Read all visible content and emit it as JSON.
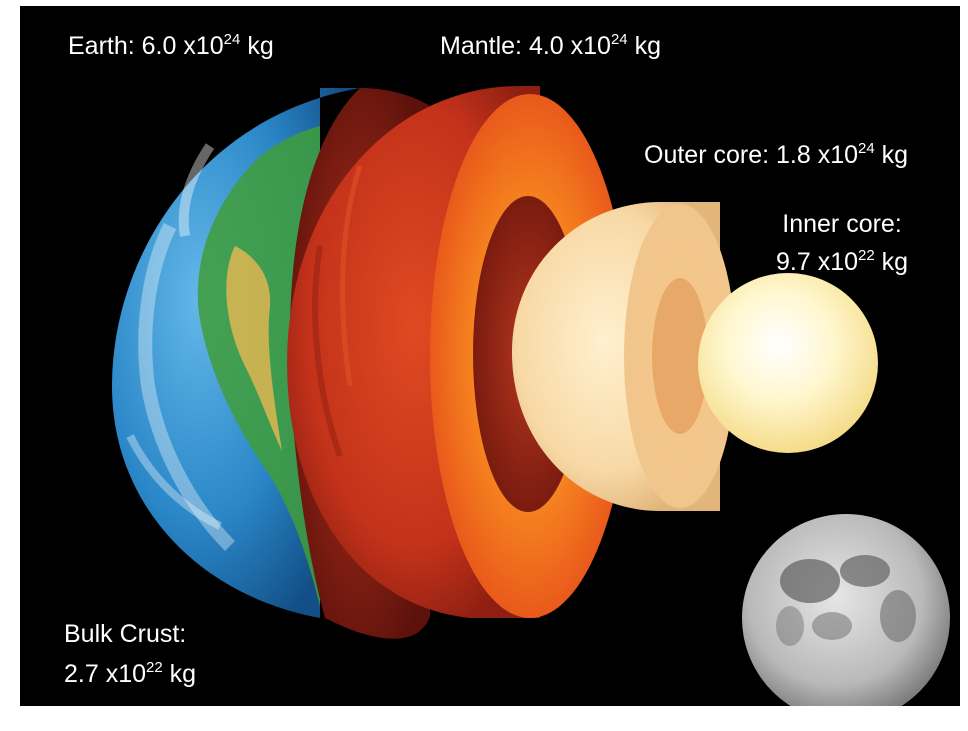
{
  "labels": {
    "earth": {
      "name": "Earth:",
      "mantissa": "6.0 x10",
      "exponent": "24",
      "unit": "kg"
    },
    "mantle": {
      "name": "Mantle:",
      "mantissa": "4.0 x10",
      "exponent": "24",
      "unit": "kg"
    },
    "outer_core": {
      "name": "Outer core:",
      "mantissa": "1.8 x10",
      "exponent": "24",
      "unit": "kg"
    },
    "inner_core": {
      "name": "Inner core:",
      "mantissa": "9.7 x10",
      "exponent": "22",
      "unit": "kg"
    },
    "bulk_crust": {
      "name": "Bulk Crust:",
      "mantissa": "2.7 x10",
      "exponent": "22",
      "unit": "kg"
    }
  },
  "colors": {
    "background": "#000000",
    "text": "#ffffff",
    "ocean": "#2f8fd0",
    "land_green": "#3f9e3a",
    "land_yellow": "#d6b552",
    "crust_dark": "#7a1a10",
    "mantle": "#c8321a",
    "mantle_inner": "#f07a1e",
    "outer_core": "#f6d7a4",
    "inner_core": "#fff6c8",
    "moon": "#9a9a9a"
  }
}
